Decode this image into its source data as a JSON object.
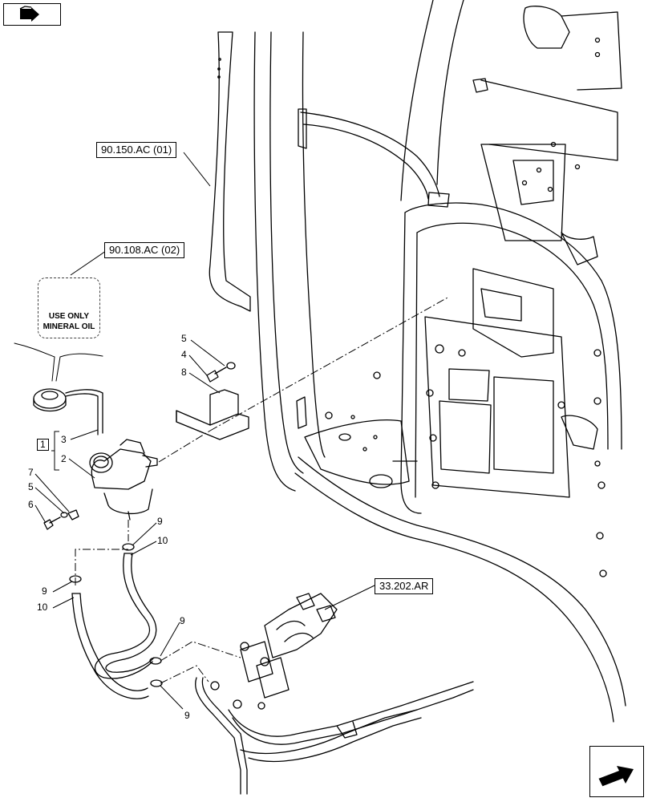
{
  "refs": {
    "ref1": "90.150.AC (01)",
    "ref2": "90.108.AC (02)",
    "ref3": "33.202.AR"
  },
  "warning": {
    "line1": "USE ONLY",
    "line2": "MINERAL OIL"
  },
  "callouts": {
    "c5a": "5",
    "c4": "4",
    "c8": "8",
    "c1": "1",
    "c3": "3",
    "c2": "2",
    "c7": "7",
    "c5b": "5",
    "c6": "6",
    "c9a": "9",
    "c10a": "10",
    "c9b": "9",
    "c10b": "10",
    "c9c": "9",
    "c9d": "9"
  },
  "icons": {
    "top_left": "book-arrow-icon",
    "bottom_right": "next-page-arrow-icon"
  }
}
